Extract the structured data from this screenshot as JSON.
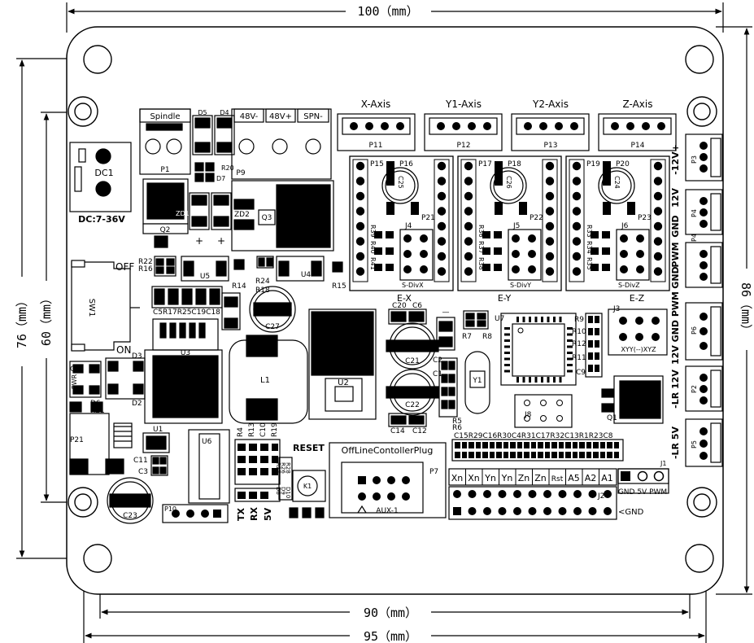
{
  "dimensions": {
    "top_width": "100（mm）",
    "bottom_width_95": "95（mm）",
    "bottom_width_90": "90（mm）",
    "left_height_76": "76（mm）",
    "left_height_60": "60（mm）",
    "right_height_86": "86（mm）"
  },
  "power": {
    "spindle": "Spindle",
    "d5": "D5",
    "d4": "D4",
    "dc1": "DC1",
    "dc_label": "DC:7-36V",
    "p1": "P1",
    "p9": "P9",
    "terminal_48v_minus": "48V-",
    "terminal_48v_plus": "48V+",
    "terminal_spn_minus": "SPN-",
    "r20": "R20",
    "d7": "D7",
    "zd1": "ZD1",
    "zd2": "ZD2",
    "q2": "Q2",
    "q3": "Q3",
    "plus_a": "+",
    "plus_b": "+"
  },
  "axes": {
    "x": "X-Axis",
    "y1": "Y1-Axis",
    "y2": "Y2-Axis",
    "z": "Z-Axis",
    "p11": "P11",
    "p12": "P12",
    "p13": "P13",
    "p14": "P14"
  },
  "drivers": [
    {
      "p_a": "P15",
      "p_b": "P16",
      "cap": "C25",
      "p_c": "P21",
      "j": "J4",
      "r1": "R39",
      "r2": "R40",
      "r3": "R41",
      "label": "S-DivX"
    },
    {
      "p_a": "P17",
      "p_b": "P18",
      "cap": "C26",
      "p_c": "P22",
      "j": "J5",
      "r1": "R36",
      "r2": "R37",
      "r3": "R38",
      "label": "S-DivY"
    },
    {
      "p_a": "P19",
      "p_b": "P20",
      "cap": "C24",
      "p_c": "P23",
      "j": "J6",
      "r1": "R33",
      "r2": "R34",
      "r3": "R35",
      "label": "S-DivZ"
    }
  ],
  "right_conn": {
    "p3_label": "-12V+",
    "p3": "P3",
    "p4_label_a": "12V",
    "p4_label_b": "GND",
    "p4": "P4",
    "p4b": "P4",
    "p4_label_c": "PWM",
    "p4_label_d": "GND",
    "p6_label": "12V GND PWM",
    "p6": "P6",
    "p2_label": "-LR 12V",
    "p2": "P2",
    "p5_label": "-LR 5V",
    "p5": "P5"
  },
  "middle": {
    "off": "OFF",
    "on": "ON",
    "sw1": "SW1",
    "r22": "R22",
    "r16": "R16",
    "u5": "U5",
    "u4": "U4",
    "r14": "R14",
    "r24": "R24",
    "r15": "R15",
    "r18": "R18",
    "caps_row": "C5R17R25C19C18",
    "c27": "C27",
    "u3": "U3",
    "l1": "L1",
    "u2": "U2",
    "d3": "D3",
    "d2": "D2",
    "c7": "C7",
    "pwr": "PWR",
    "d6": "D6",
    "r21": "R21",
    "p21": "P21",
    "u1": "U1",
    "u6": "U6",
    "c11": "C11",
    "c3": "C3",
    "c23": "C23",
    "p10": "P10",
    "r4": "R4",
    "r13": "R13",
    "c10": "C10",
    "r19": "R19",
    "reset": "RESET",
    "r27": "R27",
    "r26": "R26",
    "r28": "R28",
    "d8": "D8",
    "d9": "D9",
    "d10": "D10",
    "k1": "K1",
    "tx": "TX",
    "rx": "RX",
    "v5": "5V"
  },
  "mcu": {
    "ex": "E-X",
    "ey": "E-Y",
    "ez": "E-Z",
    "c20": "C20",
    "c6": "C6",
    "c21": "C21",
    "c22": "C22",
    "c2": "C2",
    "c1": "C1",
    "c14": "C14",
    "c12": "C12",
    "r7": "R7",
    "r8": "R8",
    "u7": "U7",
    "y1": "Y1",
    "r5": "R5",
    "r6": "R6",
    "j3": "J3",
    "r9": "R9",
    "r10": "R10",
    "r12": "R12",
    "r11": "R11",
    "c9": "C9",
    "xyz_label": "XYY(--)XYZ",
    "q1": "Q1",
    "j8": "J8",
    "minus": "—"
  },
  "bottom": {
    "offline_title": "OffLineContollerPlug",
    "p7": "P7",
    "aux": "AUX-1",
    "res_row": "C15R29C16R30C4R31C17R32C13R1R23C8",
    "j2": "J2",
    "gnd_arrow": "<GND",
    "j1": "J1",
    "j1_labels": "GND 5V PWM",
    "header_labels": [
      "Xn",
      "Xn",
      "Yn",
      "Yn",
      "Zn",
      "Zn",
      "Rst",
      "A5",
      "A2",
      "A1"
    ]
  }
}
